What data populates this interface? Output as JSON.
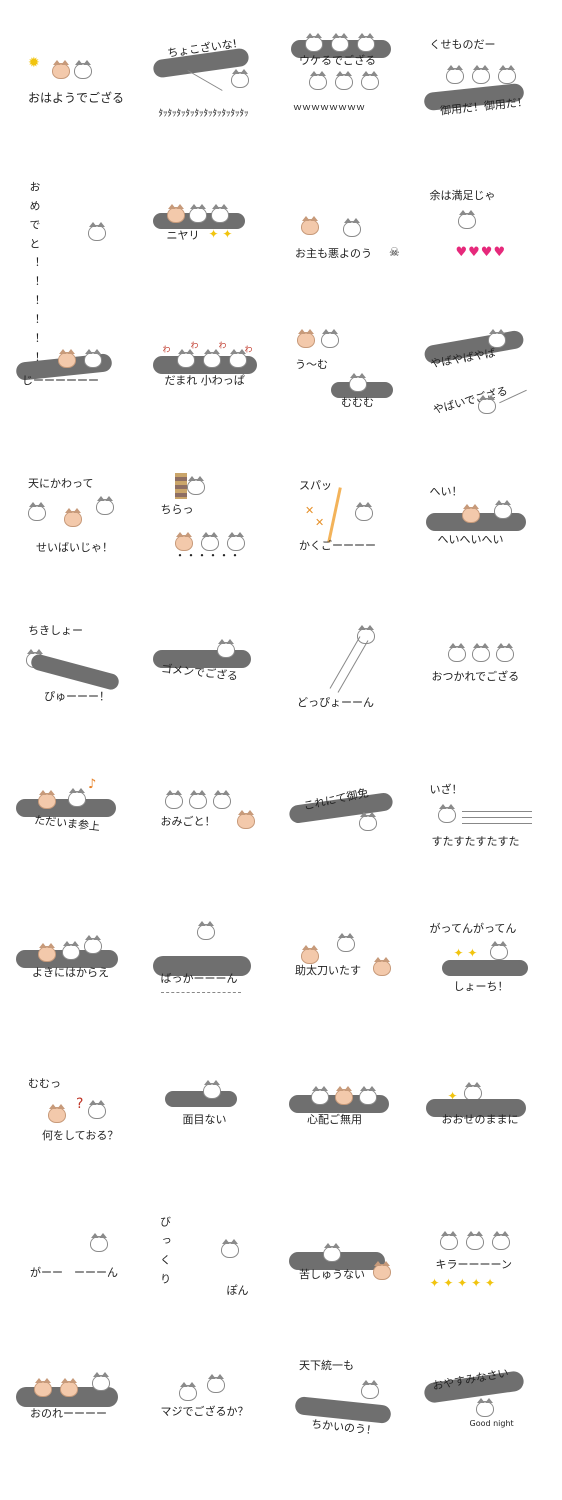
{
  "stickers": [
    {
      "texts": [
        "おはようでござる"
      ]
    },
    {
      "texts": [
        "ちょこざいな!",
        "ﾀｯﾀｯﾀｯﾀｯﾀｯﾀｯﾀｯﾀｯﾀｯﾀｯ"
      ]
    },
    {
      "texts": [
        "ウケるでござる",
        "ｗｗｗｗｗｗｗｗ"
      ]
    },
    {
      "texts": [
        "くせものだー",
        "御用だ！御用だ！"
      ]
    },
    {
      "texts": [
        "おめでと！！！！！！"
      ]
    },
    {
      "texts": [
        "ニヤリ"
      ]
    },
    {
      "texts": [
        "お主も悪よのう"
      ]
    },
    {
      "texts": [
        "余は満足じゃ"
      ]
    },
    {
      "texts": [
        "じーーーーーー"
      ]
    },
    {
      "texts": [
        "だまれ 小わっぱ",
        "わ",
        "わ",
        "わ",
        "わ"
      ]
    },
    {
      "texts": [
        "う～む",
        "むむむ"
      ]
    },
    {
      "texts": [
        "やばやばやば",
        "やばいでござる"
      ]
    },
    {
      "texts": [
        "天にかわって",
        "せいばいじゃ！"
      ]
    },
    {
      "texts": [
        "ちらっ",
        "・・・・・・"
      ]
    },
    {
      "texts": [
        "スパッ",
        "かくごーーーー"
      ]
    },
    {
      "texts": [
        "へい！",
        "へいへいへい"
      ]
    },
    {
      "texts": [
        "ちきしょー",
        "ぴゅーーー！"
      ]
    },
    {
      "texts": [
        "ゴメンでござる"
      ]
    },
    {
      "texts": [
        "どっぴょーーん"
      ]
    },
    {
      "texts": [
        "おつかれでござる"
      ]
    },
    {
      "texts": [
        "ただいま参上"
      ]
    },
    {
      "texts": [
        "おみごと！"
      ]
    },
    {
      "texts": [
        "これにて御免"
      ]
    },
    {
      "texts": [
        "いざ！",
        "すたすたすたすた"
      ]
    },
    {
      "texts": [
        "よきにはからえ"
      ]
    },
    {
      "texts": [
        "ばっかーーーん"
      ]
    },
    {
      "texts": [
        "助太刀いたす"
      ]
    },
    {
      "texts": [
        "がってんがってん",
        "しょーち！"
      ]
    },
    {
      "texts": [
        "むむっ",
        "何をしておる？"
      ]
    },
    {
      "texts": [
        "面目ない"
      ]
    },
    {
      "texts": [
        "心配ご無用"
      ]
    },
    {
      "texts": [
        "おおせのままに"
      ]
    },
    {
      "texts": [
        "がーー　ーーーん"
      ]
    },
    {
      "texts": [
        "びっくり",
        "ぽん"
      ]
    },
    {
      "texts": [
        "苦しゅうない"
      ]
    },
    {
      "texts": [
        "キラーーーーン"
      ]
    },
    {
      "texts": [
        "おのれーーーー"
      ]
    },
    {
      "texts": [
        "マジでござるか？"
      ]
    },
    {
      "texts": [
        "天下統一も",
        "ちかいのう！"
      ]
    },
    {
      "texts": [
        "おやすみなさい",
        "Good night"
      ]
    }
  ],
  "colors": {
    "bubble": "#6f6f6f",
    "heart": "#e6297b",
    "star": "#f1c40f",
    "cat_orange": "#f3c9ab"
  }
}
